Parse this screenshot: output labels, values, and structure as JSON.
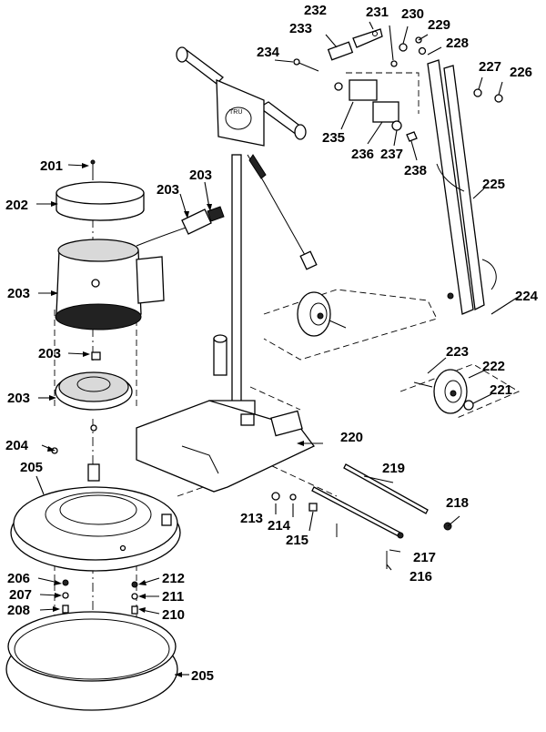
{
  "diagram": {
    "callouts": [
      {
        "id": "c201",
        "text": "201"
      },
      {
        "id": "c202",
        "text": "202"
      },
      {
        "id": "c203a",
        "text": "203"
      },
      {
        "id": "c203b",
        "text": "203"
      },
      {
        "id": "c203c",
        "text": "203"
      },
      {
        "id": "c203d",
        "text": "203"
      },
      {
        "id": "c203e",
        "text": "203"
      },
      {
        "id": "c204",
        "text": "204"
      },
      {
        "id": "c205a",
        "text": "205"
      },
      {
        "id": "c205b",
        "text": "205"
      },
      {
        "id": "c206",
        "text": "206"
      },
      {
        "id": "c207",
        "text": "207"
      },
      {
        "id": "c208",
        "text": "208"
      },
      {
        "id": "c210",
        "text": "210"
      },
      {
        "id": "c211",
        "text": "211"
      },
      {
        "id": "c212",
        "text": "212"
      },
      {
        "id": "c213",
        "text": "213"
      },
      {
        "id": "c214",
        "text": "214"
      },
      {
        "id": "c215",
        "text": "215"
      },
      {
        "id": "c216",
        "text": "216"
      },
      {
        "id": "c217",
        "text": "217"
      },
      {
        "id": "c218",
        "text": "218"
      },
      {
        "id": "c219",
        "text": "219"
      },
      {
        "id": "c220",
        "text": "220"
      },
      {
        "id": "c221",
        "text": "221"
      },
      {
        "id": "c222",
        "text": "222"
      },
      {
        "id": "c223",
        "text": "223"
      },
      {
        "id": "c224",
        "text": "224"
      },
      {
        "id": "c225",
        "text": "225"
      },
      {
        "id": "c226",
        "text": "226"
      },
      {
        "id": "c227",
        "text": "227"
      },
      {
        "id": "c228",
        "text": "228"
      },
      {
        "id": "c229",
        "text": "229"
      },
      {
        "id": "c230",
        "text": "230"
      },
      {
        "id": "c231",
        "text": "231"
      },
      {
        "id": "c232",
        "text": "232"
      },
      {
        "id": "c233",
        "text": "233"
      },
      {
        "id": "c234",
        "text": "234"
      },
      {
        "id": "c235",
        "text": "235"
      },
      {
        "id": "c236",
        "text": "236"
      },
      {
        "id": "c237",
        "text": "237"
      },
      {
        "id": "c238",
        "text": "238"
      }
    ]
  }
}
